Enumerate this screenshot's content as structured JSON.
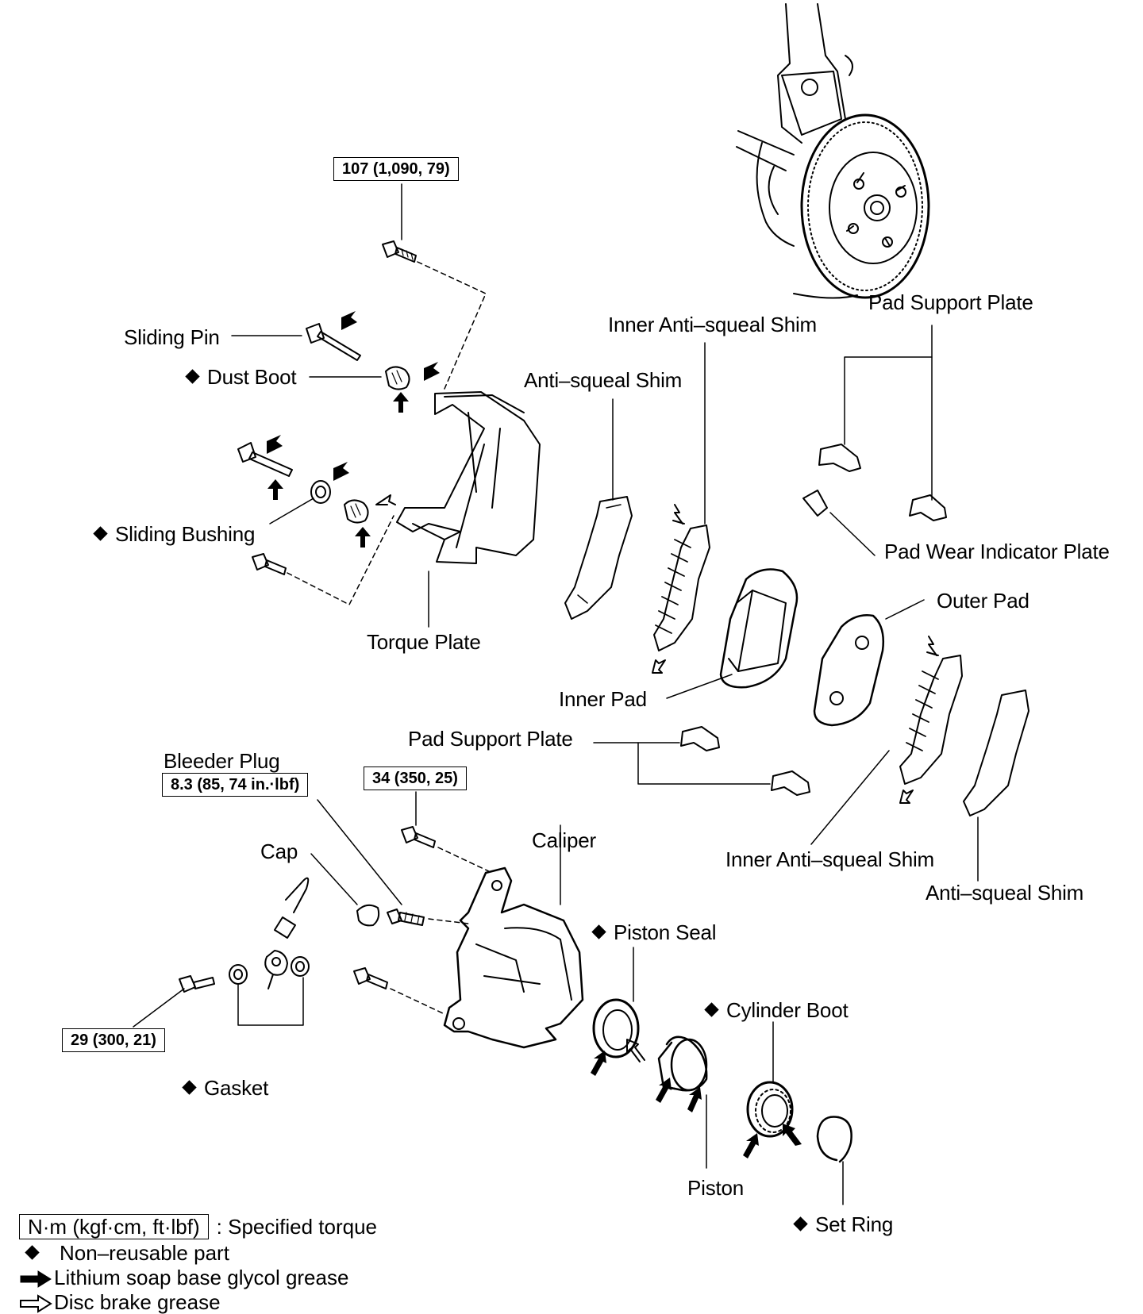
{
  "labels": {
    "sliding_pin": "Sliding Pin",
    "dust_boot": "Dust Boot",
    "sliding_bushing": "Sliding Bushing",
    "torque_plate": "Torque Plate",
    "anti_squeal_shim_top": "Anti–squeal Shim",
    "inner_anti_squeal_shim_top": "Inner Anti–squeal Shim",
    "pad_support_plate_top": "Pad Support Plate",
    "pad_wear_indicator_plate": "Pad Wear Indicator Plate",
    "outer_pad": "Outer Pad",
    "inner_pad": "Inner Pad",
    "pad_support_plate_mid": "Pad Support Plate",
    "bleeder_plug": "Bleeder Plug",
    "cap": "Cap",
    "caliper": "Caliper",
    "inner_anti_squeal_shim_bottom": "Inner Anti–squeal Shim",
    "anti_squeal_shim_bottom": "Anti–squeal Shim",
    "piston_seal": "Piston Seal",
    "cylinder_boot": "Cylinder Boot",
    "gasket": "Gasket",
    "piston": "Piston",
    "set_ring": "Set Ring"
  },
  "torques": {
    "torque_plate_bolt": "107 (1,090, 79)",
    "bleeder_plug": "8.3 (85, 74 in.·lbf)",
    "caliper_bolt": "34 (350, 25)",
    "union_bolt": "29 (300, 21)"
  },
  "legend": {
    "unit_box": "N·m (kgf·cm, ft·lbf)",
    "unit_text": ": Specified torque",
    "non_reusable": "Non–reusable part",
    "lithium_grease": "Lithium soap base glycol grease",
    "disc_grease": "Disc brake grease"
  }
}
